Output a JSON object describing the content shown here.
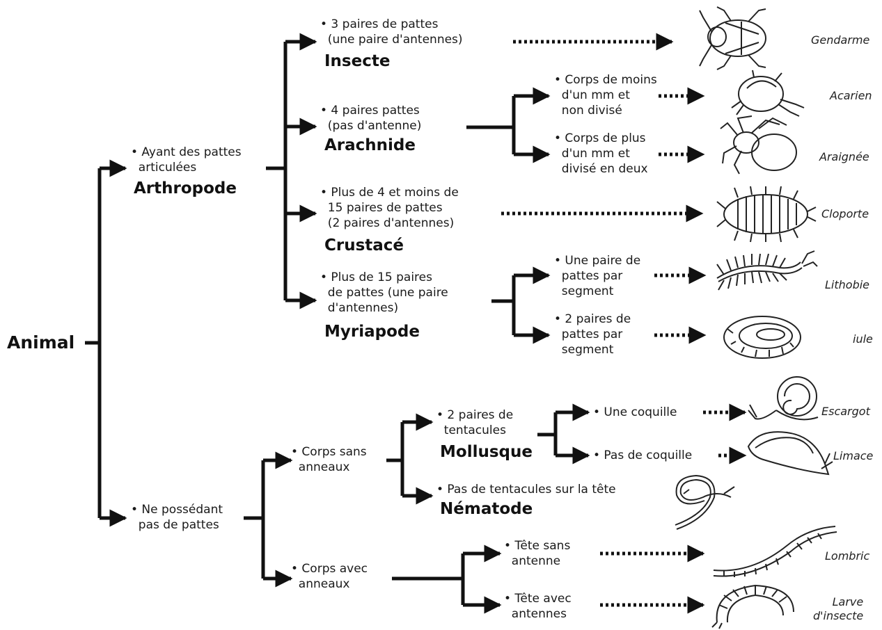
{
  "root": "Animal",
  "branches": {
    "arthropods": {
      "criterion": "• Ayant des pattes\n  articulées",
      "group": "Arthropode"
    },
    "no_legs": {
      "criterion": "• Ne possédant\n  pas de pattes"
    }
  },
  "arthropod_groups": {
    "insecte": {
      "criterion": "• 3 paires de pattes\n  (une paire d'antennes)",
      "group": "Insecte",
      "species": "Gendarme"
    },
    "arachnide": {
      "criterion": "• 4 paires pattes\n  (pas d'antenne)",
      "group": "Arachnide",
      "small": {
        "criterion": "• Corps de moins\n  d'un mm et\n  non divisé",
        "species": "Acarien"
      },
      "large": {
        "criterion": "• Corps de plus\n  d'un mm et\n  divisé en deux",
        "species": "Araignée"
      }
    },
    "crustace": {
      "criterion": "• Plus de 4 et moins de\n  15 paires de pattes\n  (2 paires d'antennes)",
      "group": "Crustacé",
      "species": "Cloporte"
    },
    "myriapode": {
      "criterion": "• Plus de 15 paires\n  de pattes (une paire\n  d'antennes)",
      "group": "Myriapode",
      "one_pair": {
        "criterion": "• Une paire de\n  pattes par\n  segment",
        "species": "Lithobie"
      },
      "two_pairs": {
        "criterion": "• 2 paires de\n  pattes par\n  segment",
        "species": "iule"
      }
    }
  },
  "no_leg_groups": {
    "sans_anneaux": {
      "criterion": "• Corps sans\n  anneaux",
      "mollusque": {
        "criterion": "• 2 paires de\n  tentacules",
        "group": "Mollusque",
        "shell": {
          "criterion": "• Une coquille",
          "species": "Escargot"
        },
        "no_shell": {
          "criterion": "• Pas de coquille",
          "species": "Limace"
        }
      },
      "nematode": {
        "criterion": "• Pas de tentacules sur la tête",
        "group": "Nématode"
      }
    },
    "avec_anneaux": {
      "criterion": "• Corps avec\n  anneaux",
      "no_antenna": {
        "criterion": "• Tête sans\n  antenne",
        "species": "Lombric"
      },
      "antennas": {
        "criterion": "• Tête avec\n  antennes",
        "species": "Larve\nd'insecte"
      }
    }
  },
  "colors": {
    "ink": "#111111",
    "background": "#ffffff"
  },
  "icons": [
    "beetle-icon",
    "mite-icon",
    "spider-icon",
    "woodlouse-icon",
    "centipede-icon",
    "millipede-icon",
    "snail-icon",
    "slug-icon",
    "nematode-icon",
    "earthworm-icon",
    "larva-icon"
  ]
}
